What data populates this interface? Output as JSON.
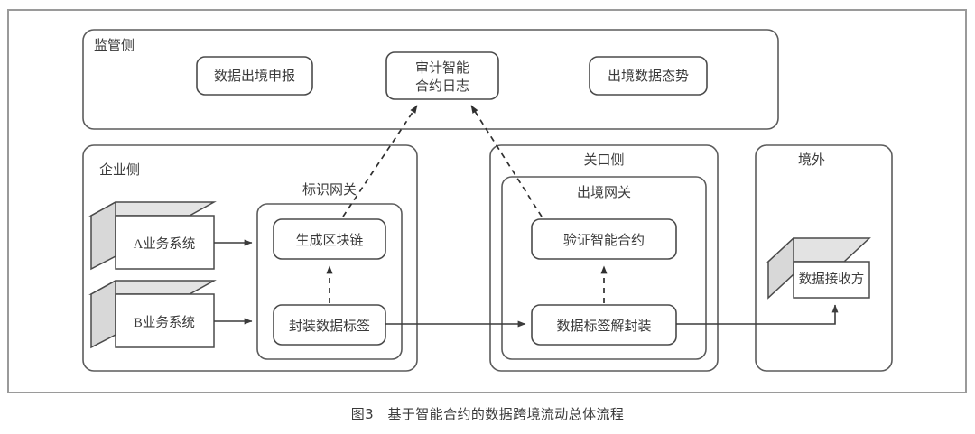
{
  "figure": {
    "caption_number": "图3",
    "caption_text": "基于智能合约的数据跨境流动总体流程",
    "caption_full": "图3　基于智能合约的数据跨境流动总体流程"
  },
  "colors": {
    "outer_frame_stroke": "#9a9a9a",
    "panel_stroke": "#5b5b5b",
    "node_stroke": "#4a4a4a",
    "cube_top_fill": "#e3e3e3",
    "cube_side_fill": "#d8d8d8",
    "text": "#3a3a3a",
    "solid_arrow": "#3c3c3c",
    "dashed_arrow": "#2f2f2f",
    "background": "#ffffff"
  },
  "panels": {
    "regulator": {
      "label": "监管侧",
      "nodes": [
        {
          "id": "declaration",
          "label": "数据出境申报"
        },
        {
          "id": "audit-log",
          "label_line1": "审计智能",
          "label_line2": "合约日志"
        },
        {
          "id": "situation",
          "label": "出境数据态势"
        }
      ]
    },
    "enterprise": {
      "label": "企业侧",
      "cubes": [
        {
          "id": "system-a",
          "label": "A业务系统"
        },
        {
          "id": "system-b",
          "label": "B业务系统"
        }
      ],
      "gateway": {
        "label": "标识网关",
        "nodes": [
          {
            "id": "generate-blockchain",
            "label": "生成区块链"
          },
          {
            "id": "encapsulate-tag",
            "label": "封装数据标签"
          }
        ]
      }
    },
    "customs": {
      "label": "关口侧",
      "gateway": {
        "label": "出境网关",
        "nodes": [
          {
            "id": "verify-contract",
            "label": "验证智能合约"
          },
          {
            "id": "decapsulate-tag",
            "label": "数据标签解封装"
          }
        ]
      }
    },
    "overseas": {
      "label": "境外",
      "cubes": [
        {
          "id": "data-receiver",
          "label": "数据接收方"
        }
      ]
    }
  },
  "connections": [
    {
      "id": "a-to-gateway",
      "style": "solid",
      "from": "system-a",
      "to": "identification-gateway"
    },
    {
      "id": "b-to-gateway",
      "style": "solid",
      "from": "system-b",
      "to": "identification-gateway"
    },
    {
      "id": "encapsulate-to-generate",
      "style": "dashed",
      "from": "encapsulate-tag",
      "to": "generate-blockchain"
    },
    {
      "id": "encapsulate-to-decapsulate",
      "style": "solid",
      "from": "encapsulate-tag",
      "to": "decapsulate-tag"
    },
    {
      "id": "decapsulate-to-verify",
      "style": "dashed",
      "from": "decapsulate-tag",
      "to": "verify-contract"
    },
    {
      "id": "decapsulate-to-receiver",
      "style": "solid",
      "from": "decapsulate-tag",
      "to": "data-receiver"
    },
    {
      "id": "generate-to-audit",
      "style": "dashed",
      "from": "generate-blockchain",
      "to": "audit-log"
    },
    {
      "id": "verify-to-audit",
      "style": "dashed",
      "from": "verify-contract",
      "to": "audit-log"
    }
  ]
}
